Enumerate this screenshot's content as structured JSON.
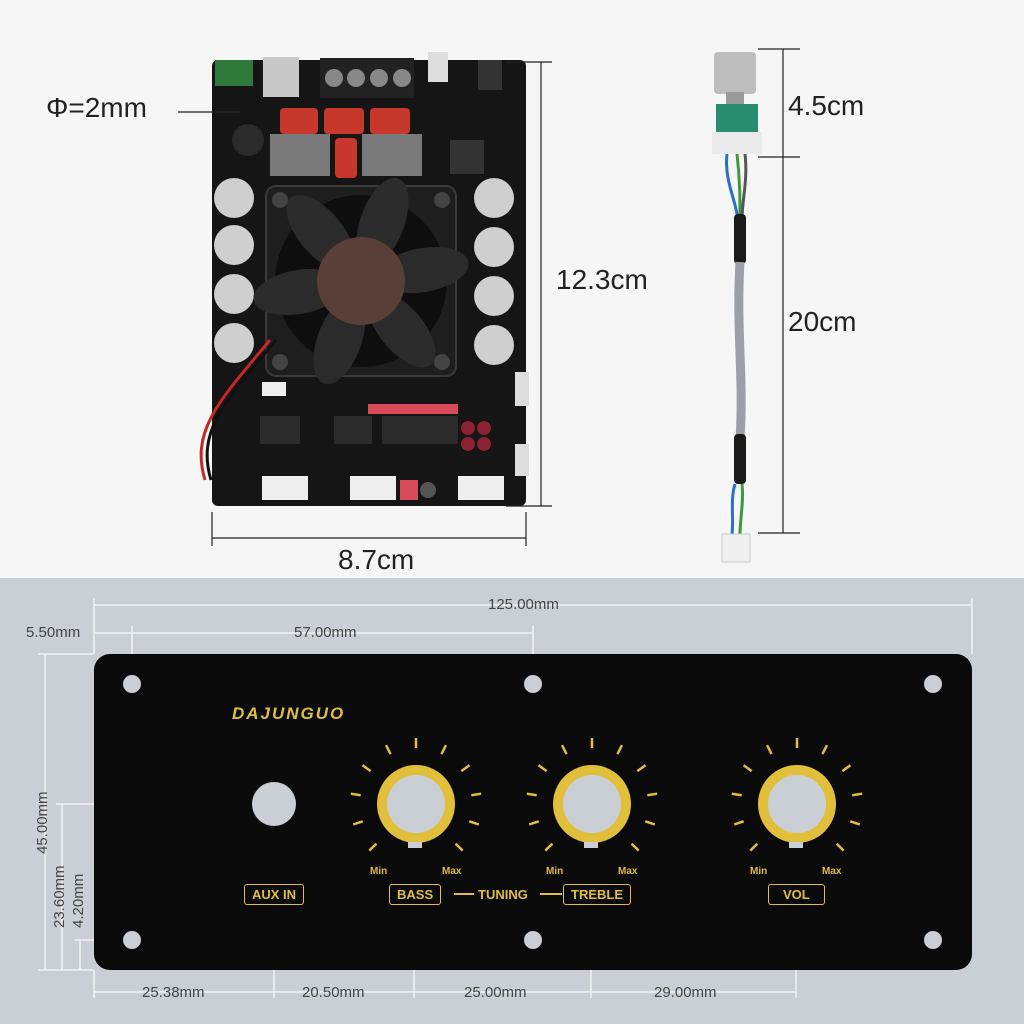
{
  "board": {
    "diameter_label": "Φ=2mm",
    "height_label": "12.3cm",
    "width_label": "8.7cm"
  },
  "cable": {
    "knob_label": "4.5cm",
    "length_label": "20cm"
  },
  "panel": {
    "brand": "DAJUNGUO",
    "controls": {
      "aux": "AUX IN",
      "bass": "BASS",
      "tuning": "TUNING",
      "treble": "TREBLE",
      "vol": "VOL",
      "min": "Min",
      "max": "Max"
    },
    "dims": {
      "total_width": "125.00mm",
      "left_offset": "5.50mm",
      "hole_spacing": "57.00mm",
      "height": "45.00mm",
      "center_height": "23.60mm",
      "hole_height": "4.20mm",
      "d1": "25.38mm",
      "d2": "20.50mm",
      "d3": "25.00mm",
      "d4": "29.00mm"
    }
  },
  "colors": {
    "panel": "#0b0a0a",
    "accent": "#e2bf3a"
  }
}
